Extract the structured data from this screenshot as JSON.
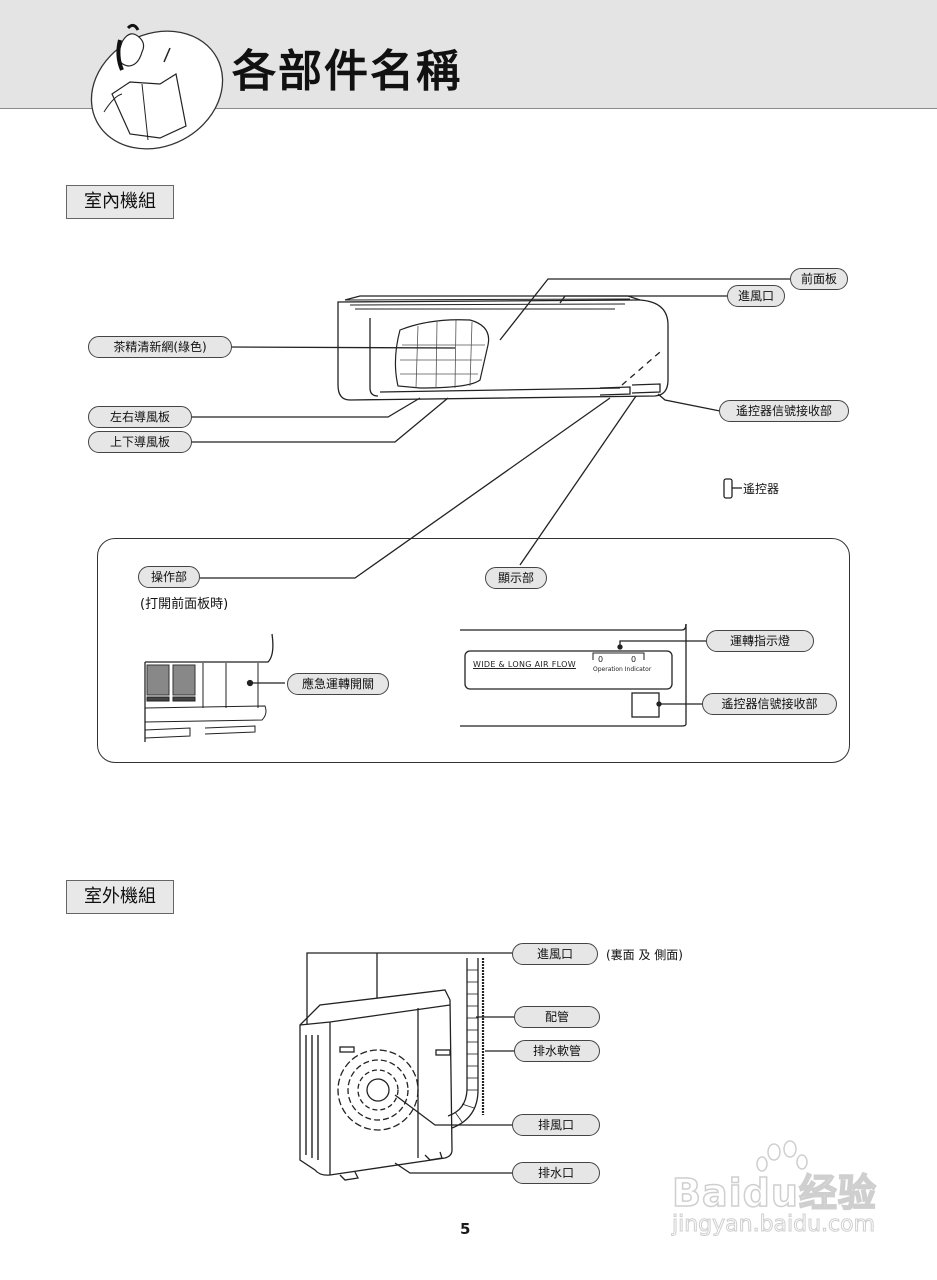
{
  "header": {
    "title": "各部件名稱",
    "mascot_icon": "reading-person-icon"
  },
  "indoor": {
    "section_label": "室內機組",
    "callouts": {
      "front_panel": "前面板",
      "air_inlet": "進風口",
      "filter": "茶精清新網(綠色)",
      "horizontal_louver": "左右導風板",
      "vertical_louver": "上下導風板",
      "remote_receiver": "遙控器信號接收部",
      "remote_control": "遙控器"
    },
    "detail": {
      "operation_part": "操作部",
      "operation_note": "(打開前面板時)",
      "emergency_switch": "應急運轉開關",
      "display_part": "顯示部",
      "operation_indicator": "運轉指示燈",
      "remote_receiver": "遙控器信號接收部",
      "panel_text": "WIDE & LONG AIR FLOW",
      "indicator_caption": "Operation Indicator",
      "indicator_marks": [
        "0",
        "0"
      ]
    }
  },
  "outdoor": {
    "section_label": "室外機組",
    "callouts": {
      "air_inlet": "進風口",
      "air_inlet_note": "(裏面 及 側面)",
      "piping": "配管",
      "drain_hose": "排水軟管",
      "air_outlet": "排風口",
      "drain_outlet": "排水口"
    }
  },
  "footer": {
    "page_number": "5"
  },
  "watermark": {
    "brand": "Baidu经验",
    "url": "jingyan.baidu.com"
  }
}
